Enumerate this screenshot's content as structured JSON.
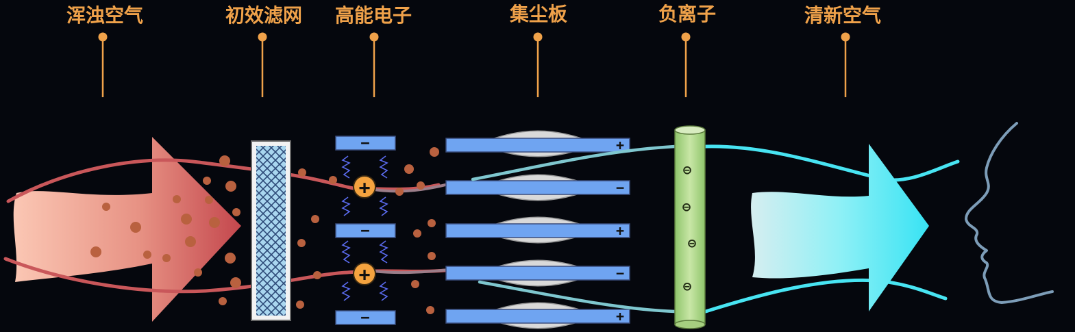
{
  "stages": [
    {
      "label": "浑浊空气"
    },
    {
      "label": "初效滤网"
    },
    {
      "label": "高能电子"
    },
    {
      "label": "集尘板"
    },
    {
      "label": "负离子"
    },
    {
      "label": "清新空气"
    }
  ],
  "plates": {
    "signs": [
      "+",
      "−",
      "+",
      "−",
      "+"
    ]
  },
  "electron_emitter": {
    "top_signs": [
      "−",
      "−",
      "−"
    ],
    "charge_sign": "+"
  },
  "negative_ion": {
    "symbol": "⊖"
  },
  "colors": {
    "background": "#05070d",
    "label": "#f0a24a",
    "dirty_air": "#c9575a",
    "clean_air": "#48e4f2",
    "plate": "#6fa4f1",
    "ion_tube": "#b5d98a",
    "particle": "#b9613f"
  },
  "icons": [
    "arrow-dirty-air",
    "filter-mesh",
    "electron-emitter",
    "dust-collector-plate",
    "ion-tube",
    "face-profile-icon"
  ]
}
